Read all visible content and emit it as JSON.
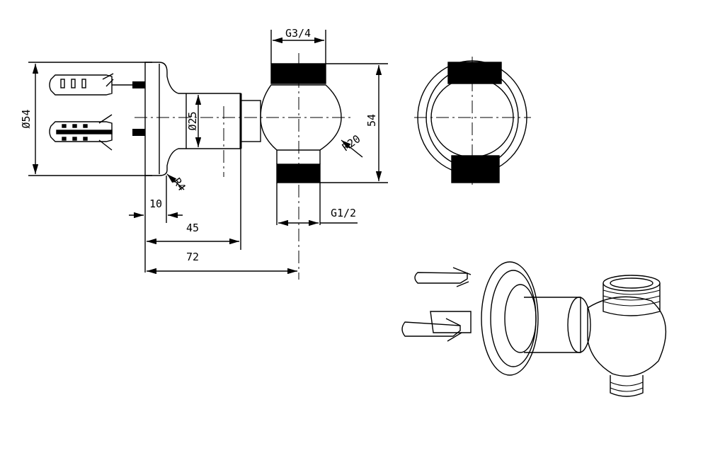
{
  "dimensions": {
    "thread_top": "G3/4",
    "thread_bottom": "G1/2",
    "flange_diameter": "Ø54",
    "pipe_diameter": "Ø25",
    "ball_radius": "R20",
    "height": "54",
    "fillet_radius": "R4",
    "flange_thickness": "10",
    "pipe_length": "45",
    "total_length": "72"
  },
  "colors": {
    "line": "#000000",
    "background": "#ffffff"
  }
}
